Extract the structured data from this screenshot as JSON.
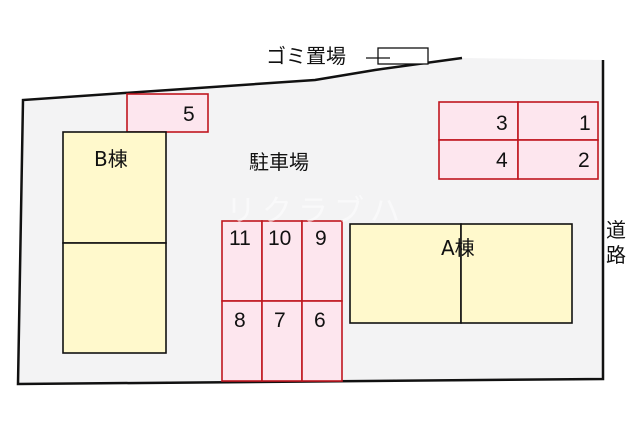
{
  "labels": {
    "garbage": "ゴミ置場",
    "parking": "駐車場",
    "building_b": "B棟",
    "building_a": "A棟",
    "road_1": "道",
    "road_2": "路",
    "watermark": "リクラブハ"
  },
  "parking_spaces": {
    "s1": "1",
    "s2": "2",
    "s3": "3",
    "s4": "4",
    "s5": "5",
    "s6": "6",
    "s7": "7",
    "s8": "8",
    "s9": "9",
    "s10": "10",
    "s11": "11"
  },
  "colors": {
    "lot_fill": "#f3f3f4",
    "parking_fill": "#fde6ee",
    "parking_stroke": "#c0161f",
    "building_fill": "#fff9cc",
    "outline": "#111111"
  }
}
